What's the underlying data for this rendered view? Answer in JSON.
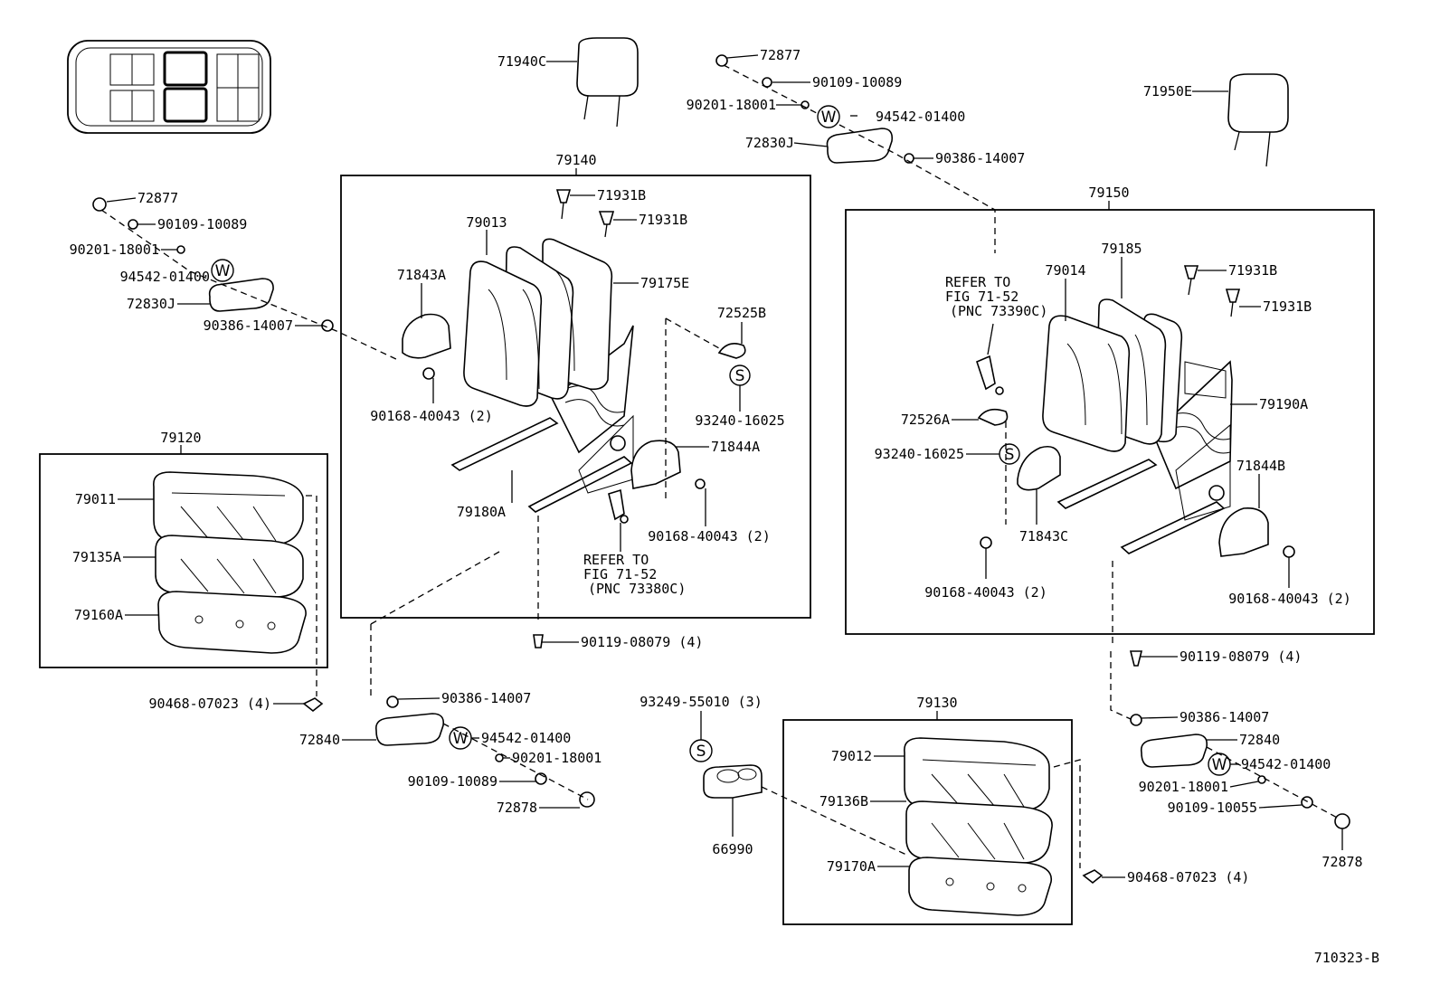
{
  "figure_id": "710323-B",
  "boxes": {
    "front_left_back": "79140",
    "front_left_cushion": "79120",
    "front_right_back": "79150",
    "front_right_cushion": "79130"
  },
  "circle_symbols": {
    "w": "W",
    "s": "S"
  },
  "refer_notes": {
    "left": [
      "REFER TO",
      "FIG 71-52",
      "(PNC 73380C)"
    ],
    "right": [
      "REFER TO",
      "FIG 71-52",
      "(PNC 73390C)"
    ]
  },
  "labels": {
    "l_71940C": "71940C",
    "l_71950E": "71950E",
    "l_72877_top": "72877",
    "l_90109_10089_top": "90109-10089",
    "l_90201_18001_top": "90201-18001",
    "l_94542_01400_top": "94542-01400",
    "l_72830J_top": "72830J",
    "l_90386_14007_top": "90386-14007",
    "l_72877_left": "72877",
    "l_90109_10089_left": "90109-10089",
    "l_90201_18001_left": "90201-18001",
    "l_94542_01400_left": "94542-01400",
    "l_72830J_left": "72830J",
    "l_90386_14007_left": "90386-14007",
    "l_71931B_a": "71931B",
    "l_71931B_b": "71931B",
    "l_79013": "79013",
    "l_79175E": "79175E",
    "l_71843A": "71843A",
    "l_72525B": "72525B",
    "l_93240_16025_left": "93240-16025",
    "l_90168_40043_a": "90168-40043 (2)",
    "l_71844A": "71844A",
    "l_79180A": "79180A",
    "l_90168_40043_b": "90168-40043 (2)",
    "l_90119_08079_left": "90119-08079 (4)",
    "l_79011": "79011",
    "l_79135A": "79135A",
    "l_79160A": "79160A",
    "l_90468_07023_left": "90468-07023 (4)",
    "l_90386_14007_bl": "90386-14007",
    "l_72840_left": "72840",
    "l_94542_01400_bl": "94542-01400",
    "l_90201_18001_bl": "90201-18001",
    "l_90109_10089_bl": "90109-10089",
    "l_72878_left": "72878",
    "l_93249_55010": "93249-55010 (3)",
    "l_66990": "66990",
    "l_79012": "79012",
    "l_79136B": "79136B",
    "l_79170A": "79170A",
    "l_90468_07023_right": "90468-07023 (4)",
    "l_79014": "79014",
    "l_79185": "79185",
    "l_71931B_c": "71931B",
    "l_71931B_d": "71931B",
    "l_79190A": "79190A",
    "l_72526A": "72526A",
    "l_93240_16025_right": "93240-16025",
    "l_71843C": "71843C",
    "l_71844B": "71844B",
    "l_90168_40043_c": "90168-40043 (2)",
    "l_90168_40043_d": "90168-40043 (2)",
    "l_90119_08079_right": "90119-08079 (4)",
    "l_90386_14007_br": "90386-14007",
    "l_72840_right": "72840",
    "l_94542_01400_br": "94542-01400",
    "l_90201_18001_br": "90201-18001",
    "l_90109_10055": "90109-10055",
    "l_72878_right": "72878"
  }
}
